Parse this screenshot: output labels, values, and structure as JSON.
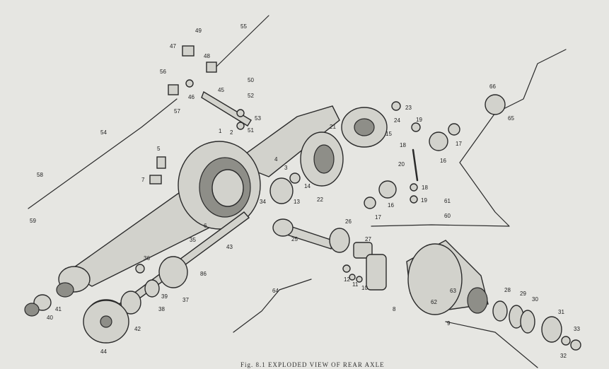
{
  "caption": "Fig. 8.1   EXPLODED VIEW OF REAR AXLE",
  "callouts": [
    "1",
    "2",
    "3",
    "4",
    "5",
    "6",
    "7",
    "8",
    "9",
    "10",
    "11",
    "12",
    "13",
    "14",
    "15",
    "16",
    "16",
    "17",
    "17",
    "18",
    "18",
    "19",
    "19",
    "20",
    "21",
    "22",
    "23",
    "24",
    "25",
    "26",
    "27",
    "28",
    "29",
    "30",
    "31",
    "32",
    "33",
    "34",
    "35",
    "36",
    "37",
    "38",
    "39",
    "40",
    "41",
    "42",
    "43",
    "44",
    "45",
    "46",
    "47",
    "48",
    "49",
    "50",
    "51",
    "52",
    "53",
    "54",
    "55",
    "56",
    "57",
    "58",
    "59",
    "60",
    "61",
    "62",
    "63",
    "64",
    "65",
    "66",
    "86"
  ],
  "colors": {
    "paper": "#e6e6e2",
    "ink": "#2a2a2a",
    "metal": "#d2d2cc",
    "shade": "#8e8e88"
  }
}
